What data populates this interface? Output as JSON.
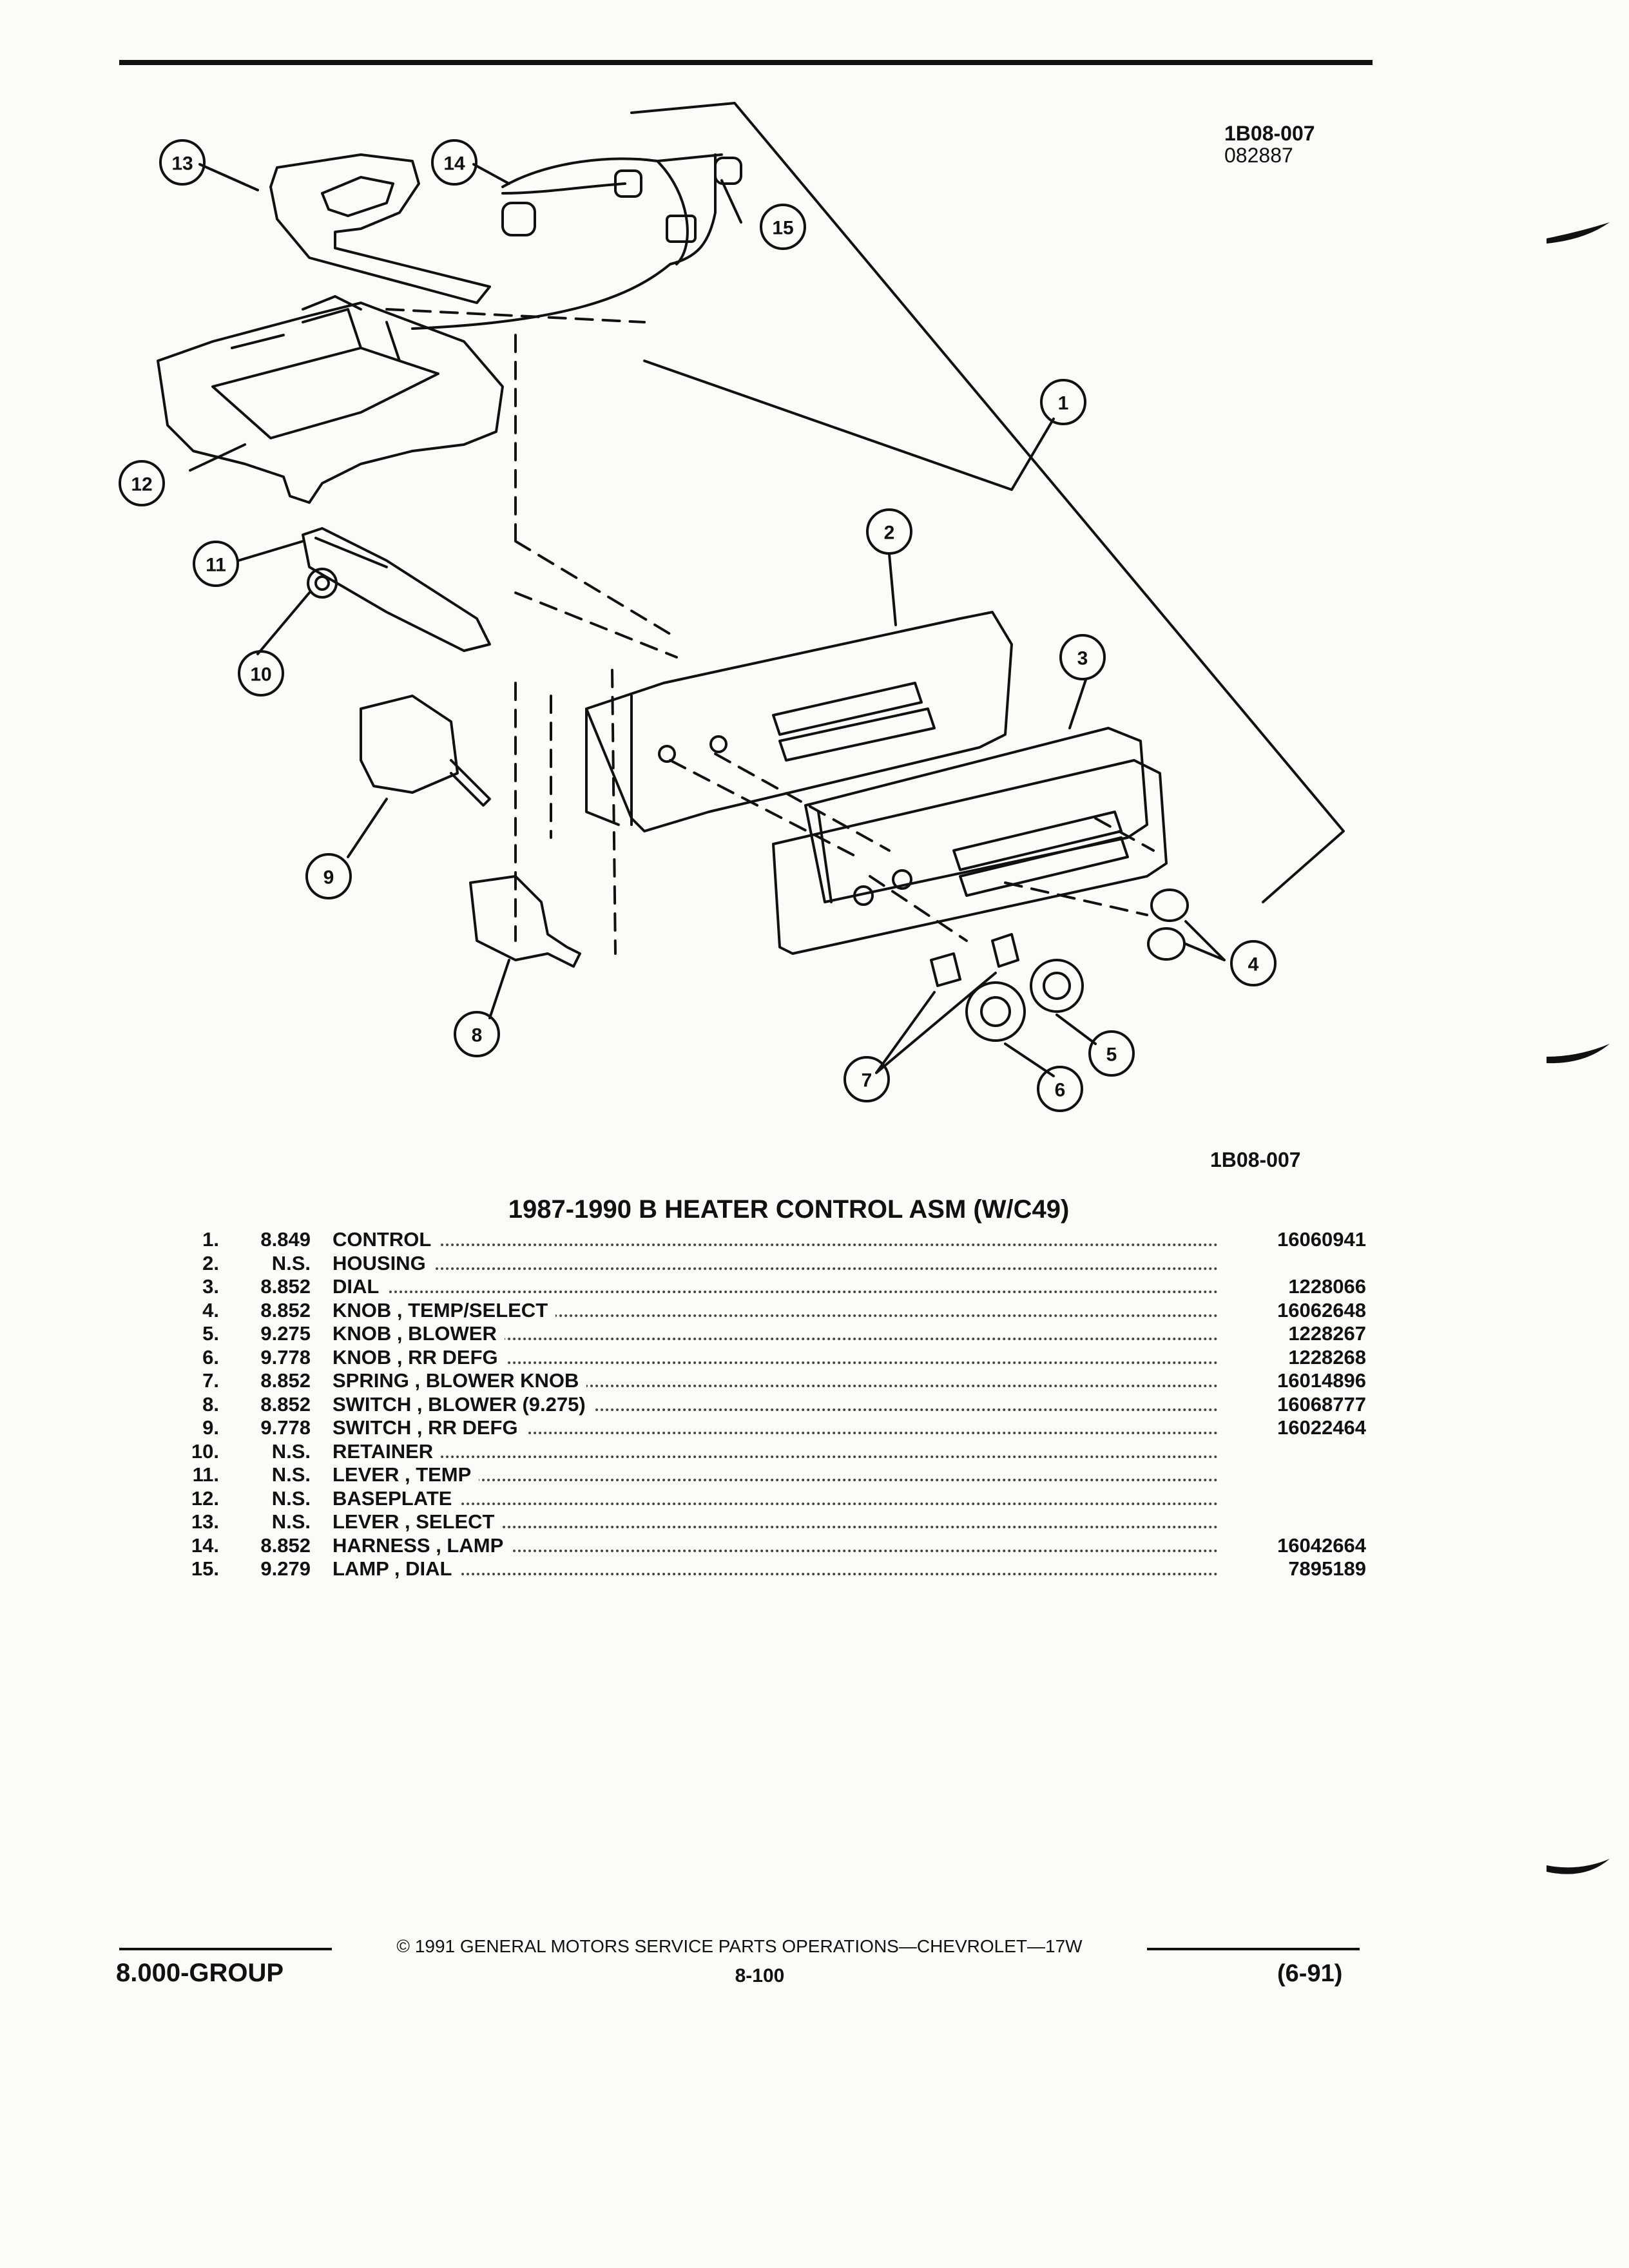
{
  "figure": {
    "ref_code": "1B08-007",
    "date_code": "082887",
    "ref_code_bottom": "1B08-007",
    "callouts": [
      "1",
      "2",
      "3",
      "4",
      "5",
      "6",
      "7",
      "8",
      "9",
      "10",
      "11",
      "12",
      "13",
      "14",
      "15"
    ]
  },
  "table": {
    "title": "1987-1990 B HEATER CONTROL ASM (W/C49)",
    "rows": [
      {
        "num": "1.",
        "group": "8.849",
        "desc": "CONTROL",
        "part": "16060941"
      },
      {
        "num": "2.",
        "group": "N.S.",
        "desc": "HOUSING",
        "part": ""
      },
      {
        "num": "3.",
        "group": "8.852",
        "desc": "DIAL",
        "part": "1228066"
      },
      {
        "num": "4.",
        "group": "8.852",
        "desc": "KNOB , TEMP/SELECT",
        "part": "16062648"
      },
      {
        "num": "5.",
        "group": "9.275",
        "desc": "KNOB , BLOWER",
        "part": "1228267"
      },
      {
        "num": "6.",
        "group": "9.778",
        "desc": "KNOB , RR DEFG",
        "part": "1228268"
      },
      {
        "num": "7.",
        "group": "8.852",
        "desc": "SPRING , BLOWER KNOB",
        "part": "16014896"
      },
      {
        "num": "8.",
        "group": "8.852",
        "desc": "SWITCH , BLOWER (9.275)",
        "part": "16068777"
      },
      {
        "num": "9.",
        "group": "9.778",
        "desc": "SWITCH , RR DEFG",
        "part": "16022464"
      },
      {
        "num": "10.",
        "group": "N.S.",
        "desc": "RETAINER",
        "part": ""
      },
      {
        "num": "11.",
        "group": "N.S.",
        "desc": "LEVER , TEMP",
        "part": ""
      },
      {
        "num": "12.",
        "group": "N.S.",
        "desc": "BASEPLATE",
        "part": ""
      },
      {
        "num": "13.",
        "group": "N.S.",
        "desc": "LEVER , SELECT",
        "part": ""
      },
      {
        "num": "14.",
        "group": "8.852",
        "desc": "HARNESS , LAMP",
        "part": "16042664"
      },
      {
        "num": "15.",
        "group": "9.279",
        "desc": "LAMP , DIAL",
        "part": "7895189"
      }
    ]
  },
  "footer": {
    "copyright": "© 1991 GENERAL MOTORS SERVICE PARTS OPERATIONS—CHEVROLET—17W",
    "group": "8.000-GROUP",
    "page": "8-100",
    "date": "(6-91)"
  }
}
